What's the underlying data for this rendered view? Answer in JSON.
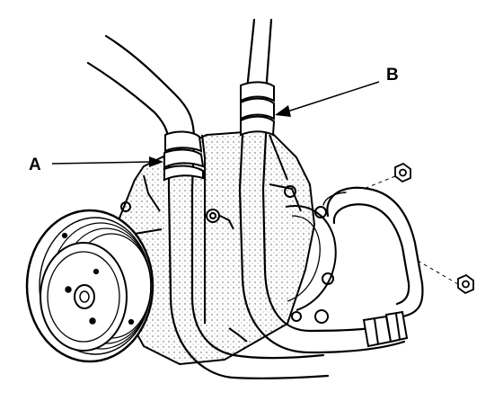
{
  "diagram": {
    "callouts": [
      {
        "id": "A",
        "label": "A"
      },
      {
        "id": "B",
        "label": "B"
      }
    ],
    "colors": {
      "ink": "#000000",
      "paper": "#ffffff",
      "hatch": "#555555"
    }
  }
}
